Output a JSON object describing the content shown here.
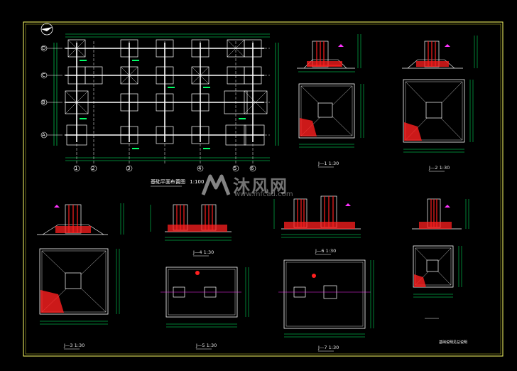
{
  "colors": {
    "background": "#000000",
    "border": "#ffff66",
    "line": "#ffffff",
    "dimension": "#00ff66",
    "rebar": "#ff1f1f",
    "accent": "#ff33ff",
    "text": "#ffffff"
  },
  "plan": {
    "title": "基础平面布置图",
    "scale": "1:100",
    "row_axes": [
      "D",
      "C",
      "B",
      "A"
    ],
    "col_axes": [
      "1",
      "2",
      "3",
      "4",
      "5",
      "6"
    ]
  },
  "details": [
    {
      "id": "d1",
      "title": "J—1",
      "scale": "1:30"
    },
    {
      "id": "d2",
      "title": "J—2",
      "scale": "1:30"
    },
    {
      "id": "d3",
      "title": "J—3",
      "scale": "1:30"
    },
    {
      "id": "d4",
      "title": "J—4",
      "scale": "1:30"
    },
    {
      "id": "d5",
      "title": "J—5",
      "scale": "1:30"
    },
    {
      "id": "d6",
      "title": "J—6",
      "scale": "1:30"
    },
    {
      "id": "d7",
      "title": "J—7",
      "scale": "1:30"
    }
  ],
  "notes": {
    "bottom_right": "基础说明见总说明"
  },
  "watermark": {
    "logo_text": "沐风网",
    "url": "www.mfcad.com",
    "icon": "mf-logo-icon"
  }
}
